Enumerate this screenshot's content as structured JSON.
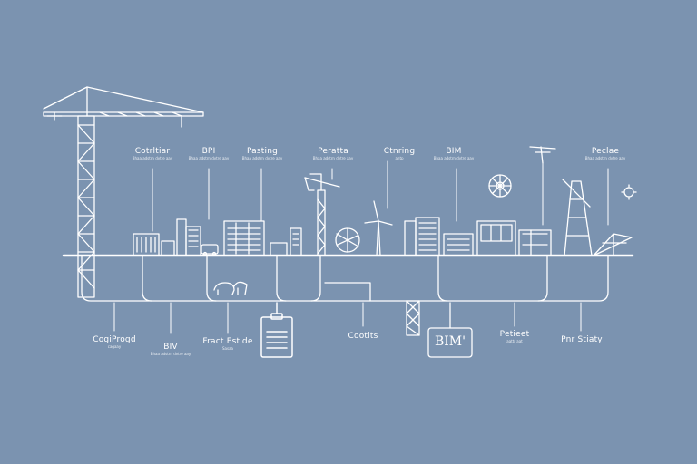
{
  "colors": {
    "background": "#7b93b0",
    "ink": "#ffffff"
  },
  "top_labels": [
    {
      "title": "Cotrltiar",
      "sub": "Bhaa adstrn dvtre aay"
    },
    {
      "title": "BPI",
      "sub": "Bhaa adstrn dvtre aay"
    },
    {
      "title": "Pasting",
      "sub": "Bhaa adstrn dvtre aay"
    },
    {
      "title": "Peratta",
      "sub": "Bhaa adstrn dvtre aay"
    },
    {
      "title": "Ctnring",
      "sub": "ahtp"
    },
    {
      "title": "BIM",
      "sub": "Bhaa adstrn dvtre aay"
    },
    {
      "title": "Peclae",
      "sub": "Bhaa adstrn dvtre aay"
    }
  ],
  "bottom_labels": [
    {
      "title": "CogiProgd",
      "sub": "cagaay"
    },
    {
      "title": "BIV",
      "sub": "Bhaa adstrn dvtre aay"
    },
    {
      "title": "Fract Estide",
      "sub": "Sasaa"
    },
    {
      "title": "Cootits",
      "sub": ""
    },
    {
      "title": "Petieet",
      "sub": "aattr aat"
    },
    {
      "title": "Pnr Stiaty",
      "sub": ""
    }
  ],
  "bim_box": {
    "label": "BIM'"
  },
  "icons": [
    "tower-crane-icon",
    "small-crane-icon",
    "gear-icon",
    "wind-turbine-icon",
    "globe-icon",
    "document-icon",
    "animal-icon",
    "telecom-tower-icon",
    "sprocket-icon"
  ]
}
